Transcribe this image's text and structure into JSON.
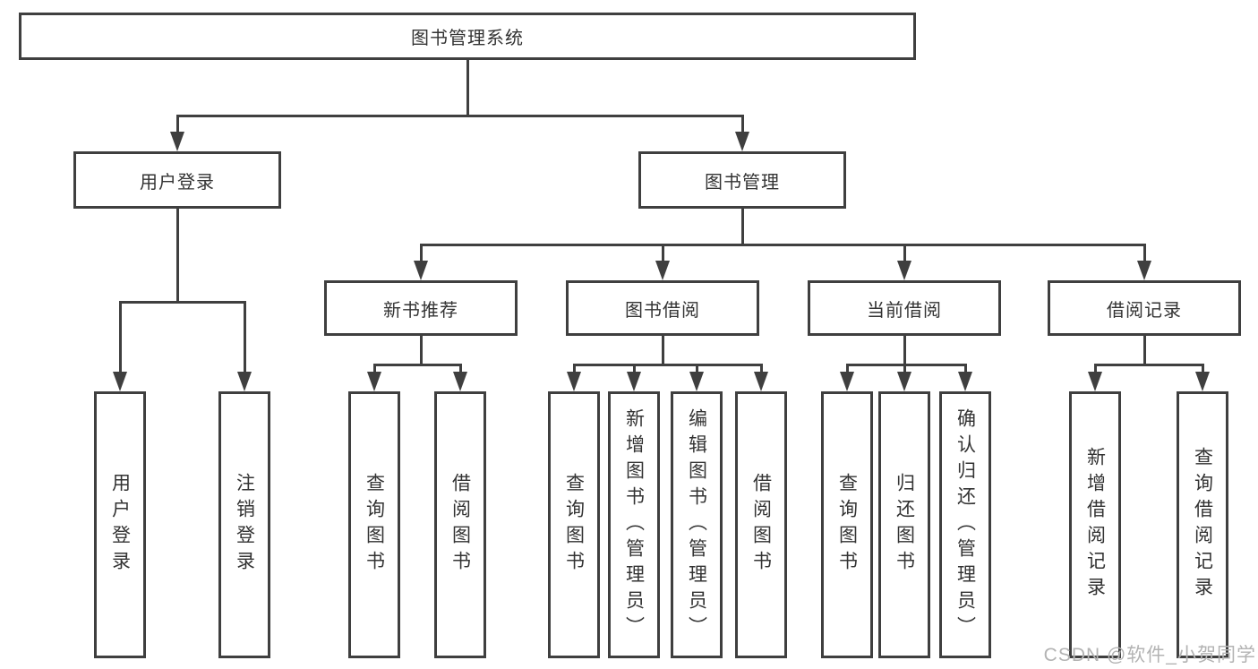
{
  "diagram": {
    "root": {
      "label": "图书管理系统"
    },
    "level2": [
      {
        "label": "用户登录"
      },
      {
        "label": "图书管理"
      }
    ],
    "level3": [
      {
        "label": "新书推荐"
      },
      {
        "label": "图书借阅"
      },
      {
        "label": "当前借阅"
      },
      {
        "label": "借阅记录"
      }
    ],
    "leaves": {
      "user_login": [
        "用户登录",
        "注销登录"
      ],
      "new_book_recommend": [
        "查询图书",
        "借阅图书"
      ],
      "book_borrow": [
        "查询图书",
        "新增图书（管理员）",
        "编辑图书（管理员）",
        "借阅图书"
      ],
      "current_borrow": [
        "查询图书",
        "归还图书",
        "确认归还（管理员）"
      ],
      "borrow_records": [
        "新增借阅记录",
        "查询借阅记录"
      ]
    }
  },
  "watermark": {
    "text": "CSDN @软件_小贺同学"
  },
  "colors": {
    "line": "#3f3f3f",
    "text": "#333333",
    "watermark": "#b3b3b3",
    "background": "#ffffff"
  }
}
